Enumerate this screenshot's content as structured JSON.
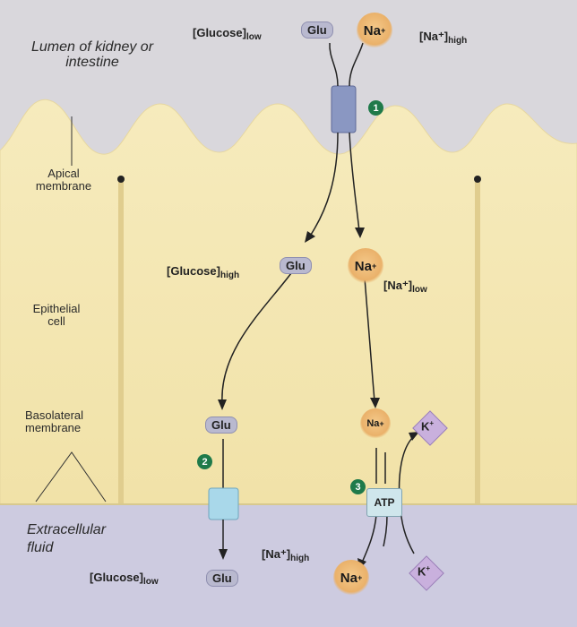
{
  "labels": {
    "lumen": "Lumen of kidney or intestine",
    "apical": "Apical membrane",
    "epithelial": "Epithelial cell",
    "basolateral": "Basolateral membrane",
    "extracellular": "Extracellular fluid"
  },
  "concentrations": {
    "glucose_low_top": "[Glucose]",
    "glucose_low_top_sub": "low",
    "na_high_top": "[Na⁺]",
    "na_high_top_sub": "high",
    "glucose_high_mid": "[Glucose]",
    "glucose_high_mid_sub": "high",
    "na_low_mid": "[Na⁺]",
    "na_low_mid_sub": "low",
    "na_high_bottom": "[Na⁺]",
    "na_high_bottom_sub": "high",
    "glucose_low_bottom": "[Glucose]",
    "glucose_low_bottom_sub": "low"
  },
  "molecules": {
    "glu": "Glu",
    "na": "Na",
    "na_charge": "+",
    "k": "K",
    "k_charge": "+",
    "atp": "ATP"
  },
  "steps": [
    "1",
    "2",
    "3"
  ],
  "colors": {
    "lumen": "#d9d7dc",
    "cell": "#f4e7b5",
    "extracellular": "#cfcde2",
    "sglt": "#8a97c2",
    "glut": "#a9d8ea",
    "na_ion": "#eab16a",
    "k_ion": "#c9b0dd",
    "badge": "#1f7a4a"
  }
}
